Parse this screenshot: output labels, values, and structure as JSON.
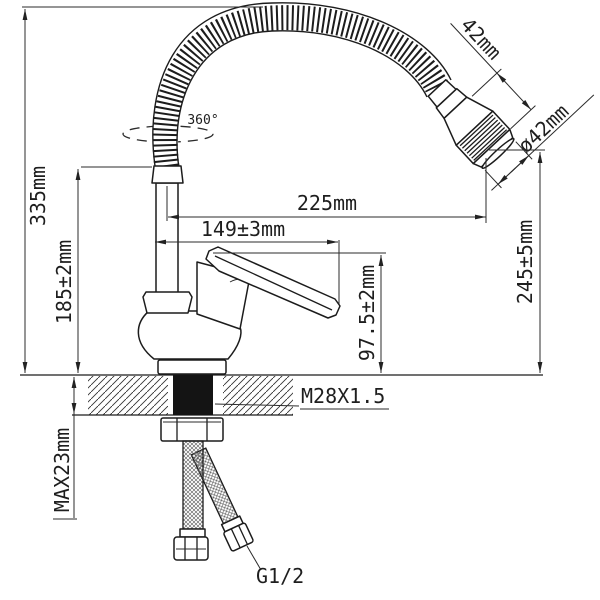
{
  "dims": {
    "overall_height": "335mm",
    "spout_body_height": "185±2mm",
    "max_deck_thickness": "MAX23mm",
    "handle_reach": "149±3mm",
    "spout_reach": "225mm",
    "handle_top_height": "97.5±2mm",
    "outlet_height": "245±5mm",
    "head_length": "42mm",
    "head_diameter": "ø42mm"
  },
  "annotations": {
    "swivel_rotation": "360°",
    "mount_thread": "M28X1.5",
    "supply_thread": "G1/2"
  },
  "colors": {
    "line": "#1c1c1c",
    "dimension_line": "#2b2b2b",
    "fill": "#ffffff",
    "shank": "#141414"
  }
}
